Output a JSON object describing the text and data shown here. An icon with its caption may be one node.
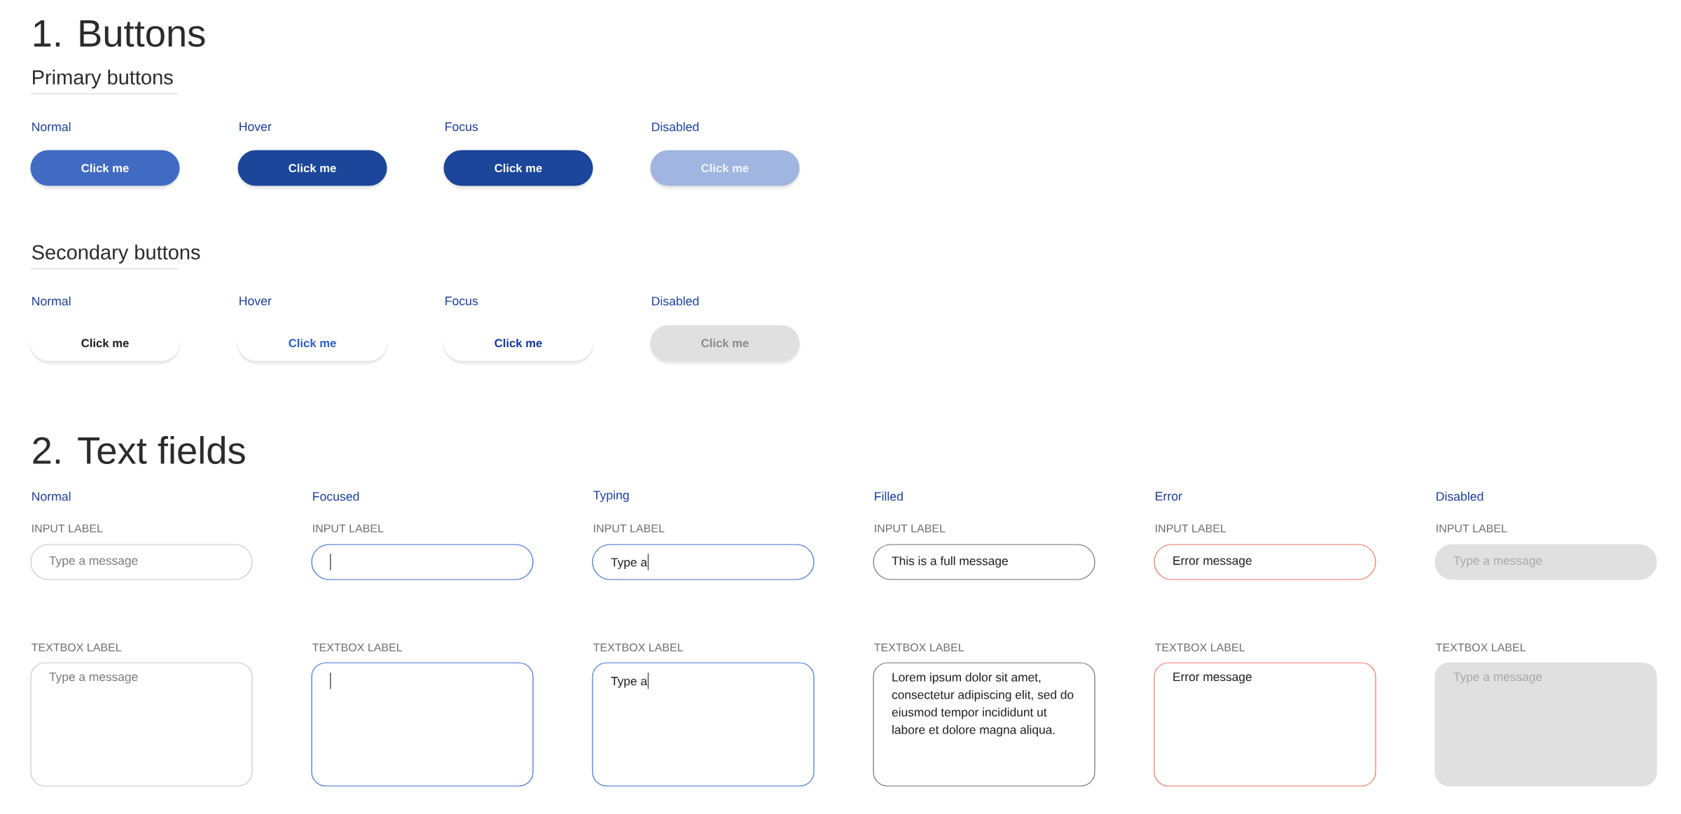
{
  "diagram": {
    "nodes": [
      {
        "text": [
          "Click me"
        ]
      },
      {
        "text": [
          "Click me"
        ]
      },
      {
        "text": [
          "Click me"
        ]
      },
      {
        "text": [
          "Click me"
        ]
      },
      {
        "text": [
          "Click me"
        ]
      },
      {
        "text": [
          "Click me"
        ]
      },
      {
        "text": [
          "Click me"
        ]
      },
      {
        "text": [
          "Click me"
        ]
      },
      {
        "text": [
          "Type a message"
        ]
      },
      {
        "text": [],
        "shape": "box"
      },
      {
        "text": [
          "Type a"
        ]
      },
      {
        "text": [
          "This is a full message"
        ]
      },
      {
        "text": [
          "Error message"
        ]
      },
      {
        "text": [
          "Type a message"
        ]
      },
      {
        "text": [
          "Type a message"
        ]
      },
      {
        "text": [],
        "shape": "box"
      },
      {
        "text": [
          "Type a"
        ]
      },
      {
        "text": [
          "Lorem ipsum dolor sit amet, consectetur adipiscing elit, sed do eiusmod tempor incididunt ut labore et dolore magna aliqua."
        ]
      },
      {
        "text": [
          "Error message"
        ]
      },
      {
        "text": [
          "Type a message"
        ]
      }
    ],
    "labels": [
      "1. Buttons",
      "Primary buttons",
      "Normal",
      "Hover",
      "Focus",
      "Disabled",
      "Secondary buttons",
      "Normal",
      "Hover",
      "Focus",
      "Disabled",
      "2. Text fields",
      "Normal",
      "Focused",
      "Typing",
      "Filled",
      "Error",
      "Disabled",
      "INPUT LABEL",
      "INPUT LABEL",
      "INPUT LABEL",
      "INPUT LABEL",
      "INPUT LABEL",
      "INPUT LABEL",
      "TEXTBOX LABEL",
      "TEXTBOX LABEL",
      "TEXTBOX LABEL",
      "TEXTBOX LABEL",
      "TEXTBOX LABEL",
      "TEXTBOX LABEL"
    ]
  }
}
